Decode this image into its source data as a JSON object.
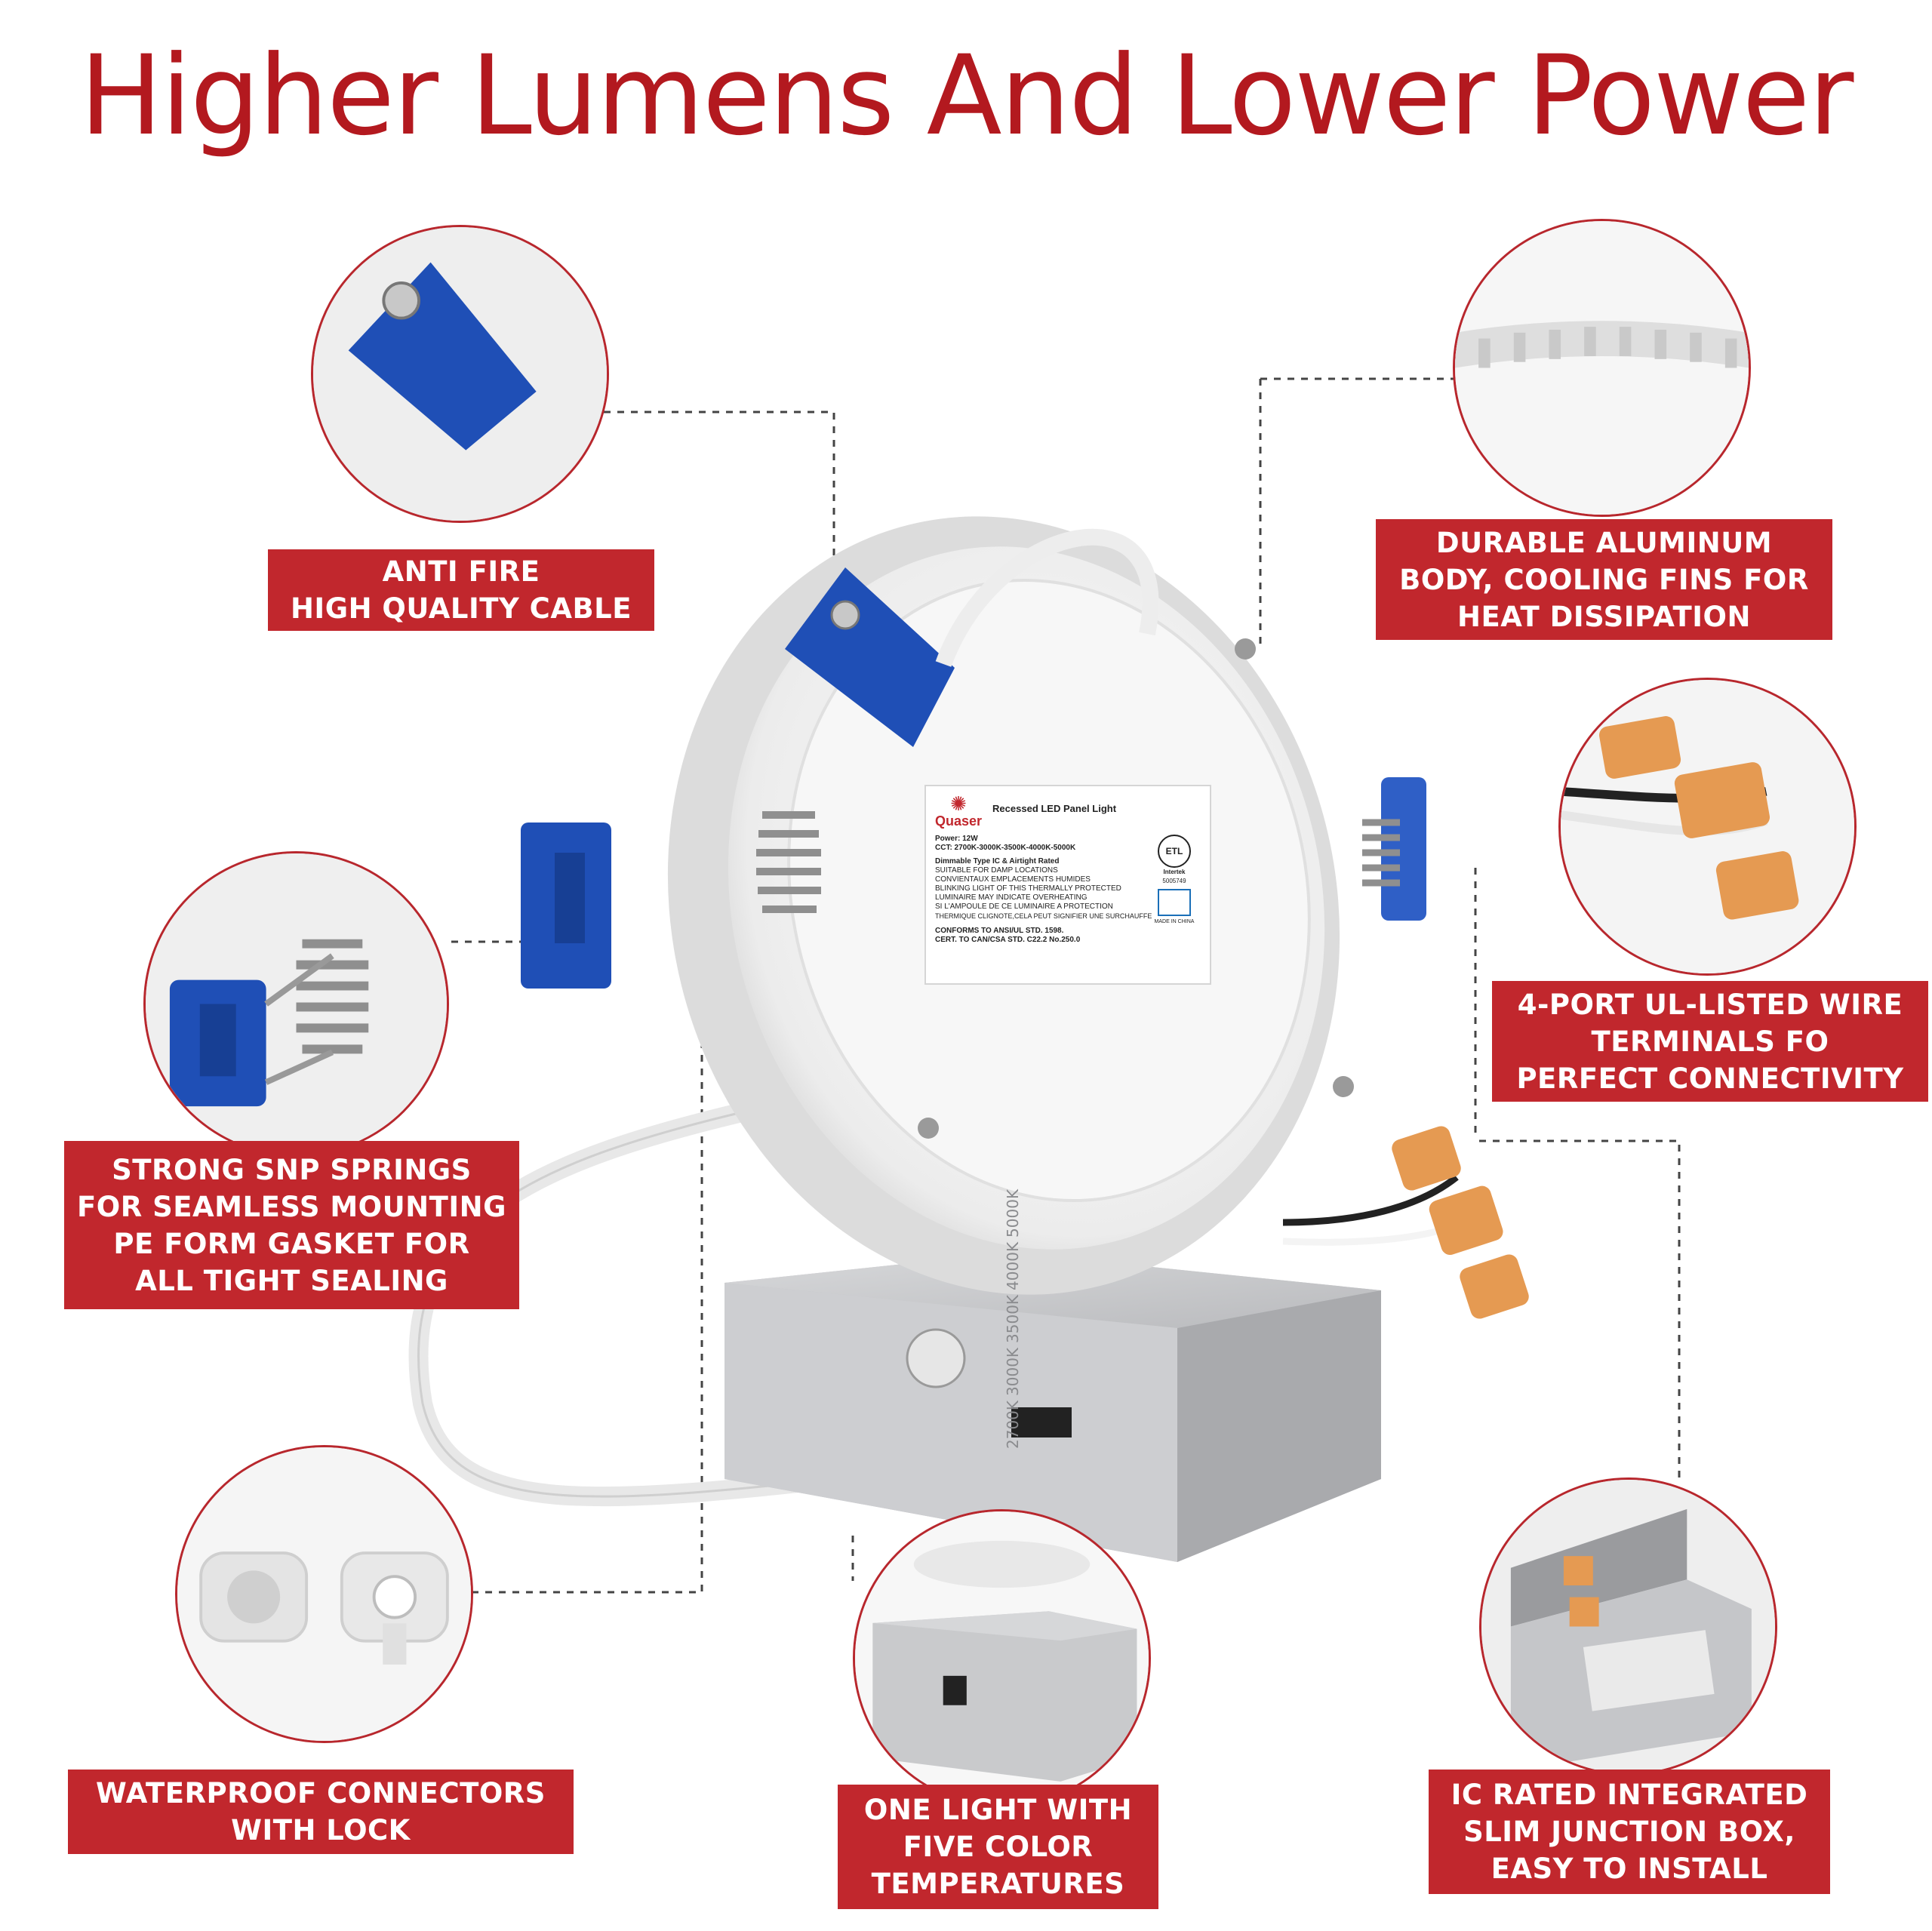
{
  "title": "Higher Lumens And Lower Power",
  "labels": {
    "anti_fire": "ANTI FIRE\nHIGH QUALITY CABLE",
    "aluminum": "DURABLE ALUMINUM\nBODY, COOLING FINS FOR\nHEAT DISSIPATION",
    "terminals": "4-PORT UL-LISTED WIRE\nTERMINALS FO\nPERFECT CONNECTIVITY",
    "springs": "STRONG SNP SPRINGS\nFOR SEAMLESS MOUNTING\nPE FORM GASKET FOR\nALL TIGHT SEALING",
    "waterproof": "WATERPROOF CONNECTORS\nWITH LOCK",
    "color_temps": "ONE LIGHT WITH\nFIVE COLOR\nTEMPERATURES",
    "junction": "IC RATED INTEGRATED\nSLIM JUNCTION BOX,\nEASY TO INSTALL"
  },
  "product_label": {
    "brand": "Quaser",
    "name": "Recessed LED Panel Light",
    "power": "Power: 12W",
    "cct": "CCT: 2700K-3000K-3500K-4000K-5000K",
    "lines": [
      "Dimmable Type IC & Airtight Rated",
      "SUITABLE FOR DAMP LOCATIONS",
      "CONVIENTAUX EMPLACEMENTS HUMIDES",
      "BLINKING LIGHT OF THIS THERMALLY PROTECTED",
      "LUMINAIRE MAY INDICATE OVERHEATING",
      "SI L'AMPOULE DE CE LUMINAIRE A PROTECTION",
      "THERMIQUE CLIGNOTE,CELA PEUT SIGNIFIER UNE SURCHAUFFE"
    ],
    "conforms": "CONFORMS TO ANSI/UL STD. 1598.",
    "cert": "CERT. TO CAN/CSA STD. C22.2 No.250.0",
    "intertek": "Intertek",
    "intertek_no": "5005749",
    "made_in": "MADE IN CHINA"
  },
  "cct_switch": [
    "2700K",
    "3000K",
    "3500K",
    "4000K",
    "5000K"
  ],
  "colors": {
    "accent": "#c1272d",
    "title": "#b3191f",
    "clip_blue": "#1f4fb6",
    "connector_orange": "#e59a52"
  }
}
